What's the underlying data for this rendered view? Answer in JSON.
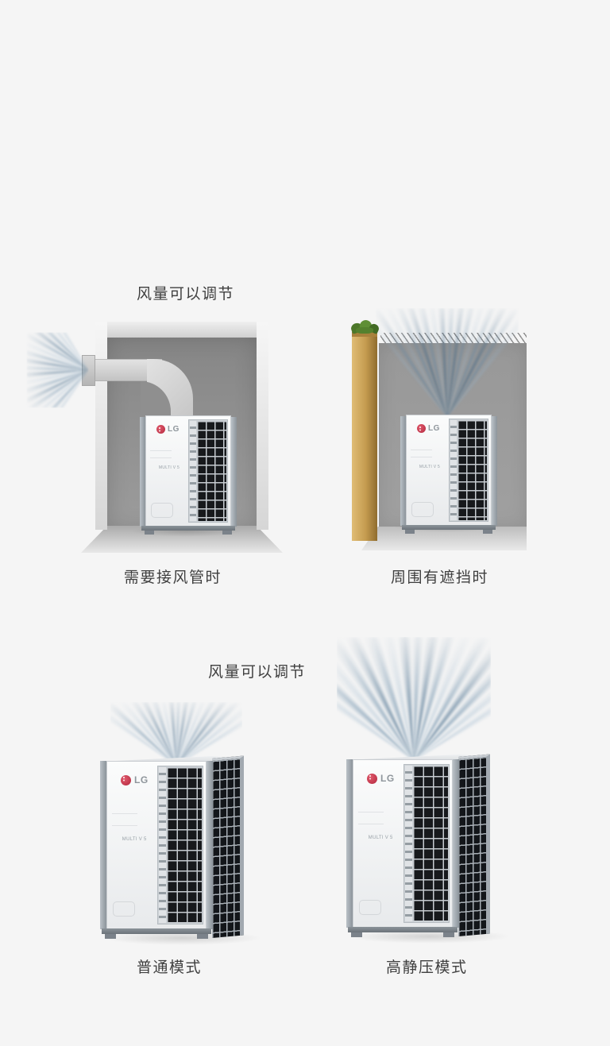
{
  "page": {
    "background": "#f5f5f5"
  },
  "colors": {
    "lg_red": "#bf3a4d",
    "air_blue": "#7097b6",
    "text": "#3f3f3f",
    "room_wall": "#8f8f8f",
    "outdoor_wall": "#9c9c9c",
    "fence_tan": "#c49b4f",
    "grass_green": "#54812e",
    "grille_dark": "#17191c"
  },
  "section1": {
    "title": "风量可以调节",
    "left": {
      "caption": "需要接风管时"
    },
    "right": {
      "caption": "周围有遮挡时"
    }
  },
  "section2": {
    "title": "风量可以调节",
    "left": {
      "caption": "普通模式"
    },
    "right": {
      "caption": "高静压模式"
    }
  },
  "unit": {
    "brand": "LG",
    "model": "MULTI V 5"
  }
}
